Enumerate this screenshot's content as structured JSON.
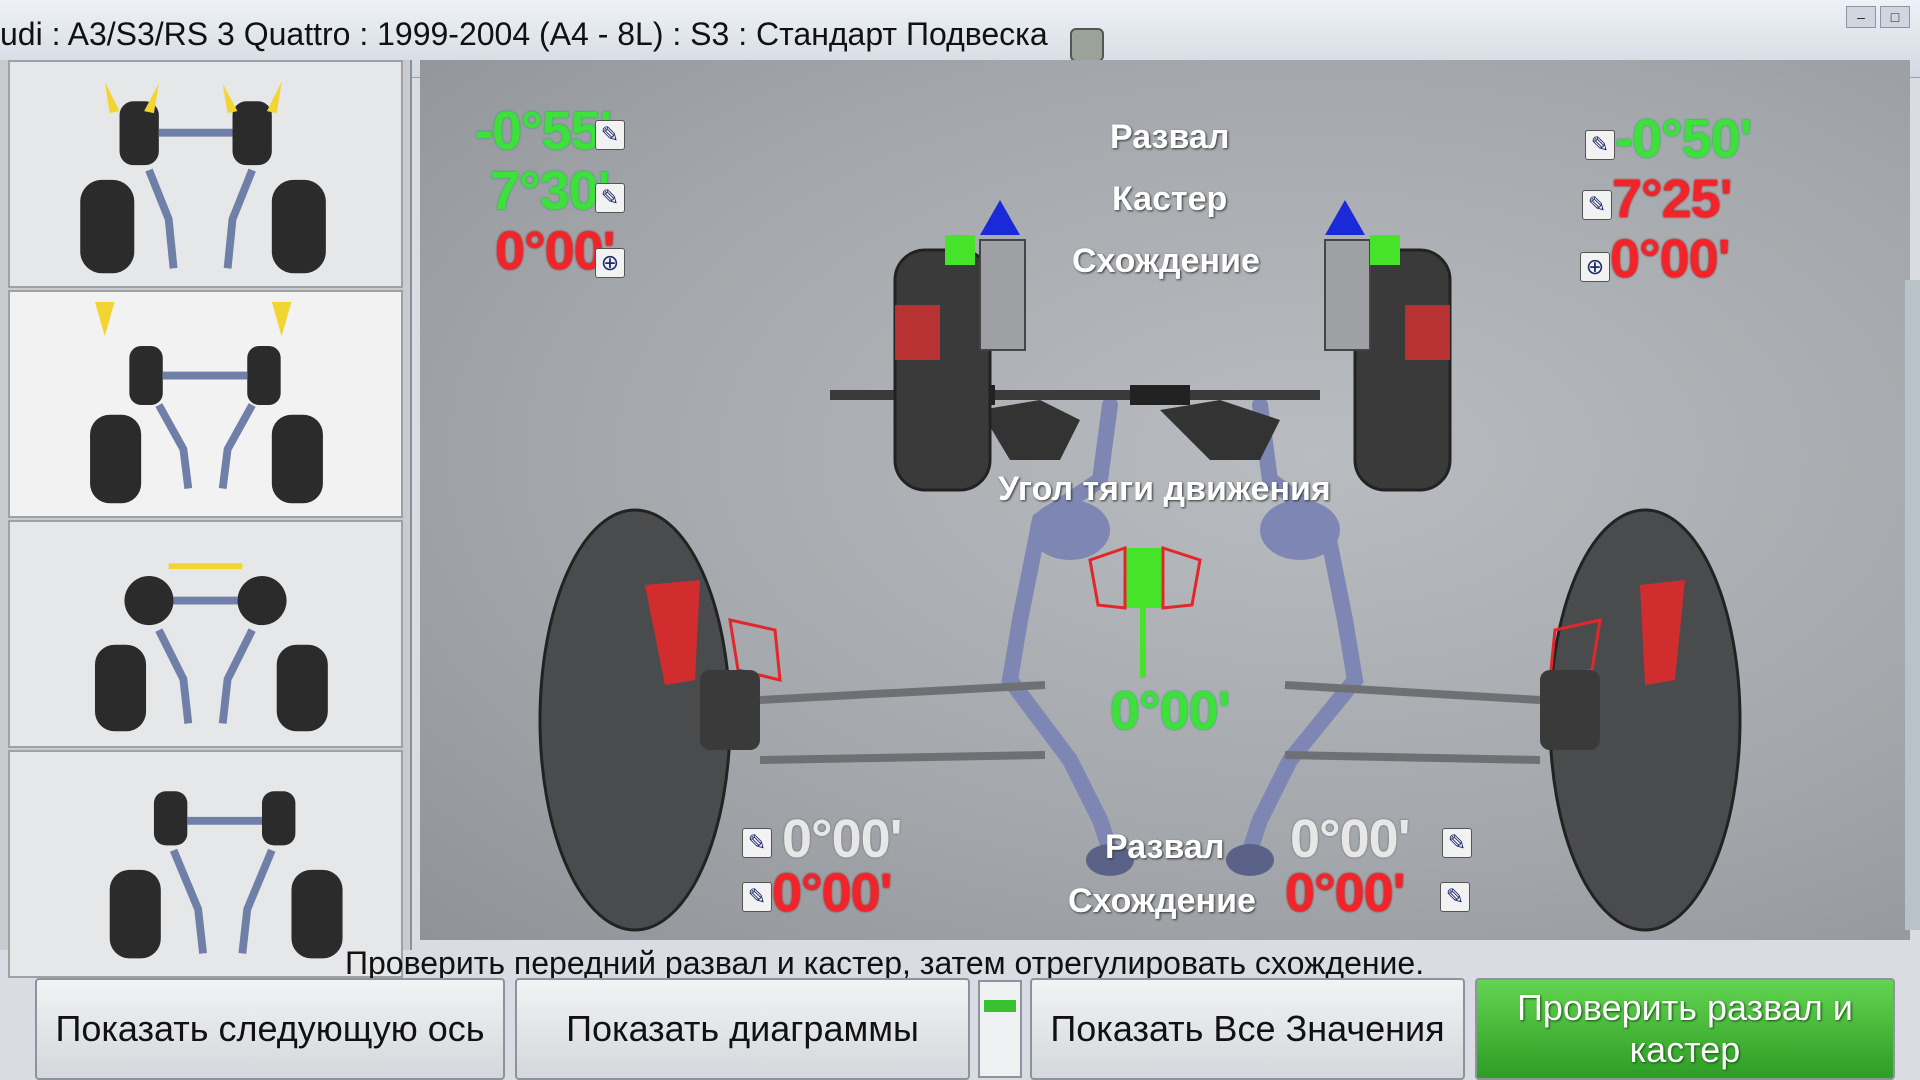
{
  "window": {
    "title": "udi : A3/S3/RS 3 Quattro : 1999-2004 (A4 - 8L) : S3 : Стандарт Подвеска",
    "controls": [
      "–",
      "□"
    ]
  },
  "left_panel": {
    "thumbnails": [
      {
        "name": "camber-caster-view"
      },
      {
        "name": "height-view"
      },
      {
        "name": "toe-view"
      },
      {
        "name": "full-view"
      }
    ]
  },
  "front": {
    "labels": {
      "camber": "Развал",
      "caster": "Кастер",
      "toe": "Схождение"
    },
    "left": {
      "camber": "-0°55'",
      "caster": "7°30'",
      "toe": "0°00'"
    },
    "right": {
      "camber": "-0°50'",
      "caster": "7°25'",
      "toe": "0°00'"
    }
  },
  "thrust": {
    "label": "Угол тяги движения",
    "value": "0°00'"
  },
  "rear": {
    "labels": {
      "camber": "Развал",
      "toe": "Схождение"
    },
    "left": {
      "camber": "0°00'",
      "toe": "0°00'"
    },
    "right": {
      "camber": "0°00'",
      "toe": "0°00'"
    }
  },
  "instruction": "Проверить передний развал и кастер, затем отрегулировать схождение.",
  "buttons": {
    "next_axle": "Показать следующую ось",
    "diagrams": "Показать диаграммы",
    "all_values": "Показать Все Значения",
    "check": "Проверить развал и кастер"
  },
  "colors": {
    "in_spec": "#3ee03a",
    "out_spec": "#f2242a",
    "neutral": "#e7e7e7",
    "primary_button": "#3fb234"
  }
}
